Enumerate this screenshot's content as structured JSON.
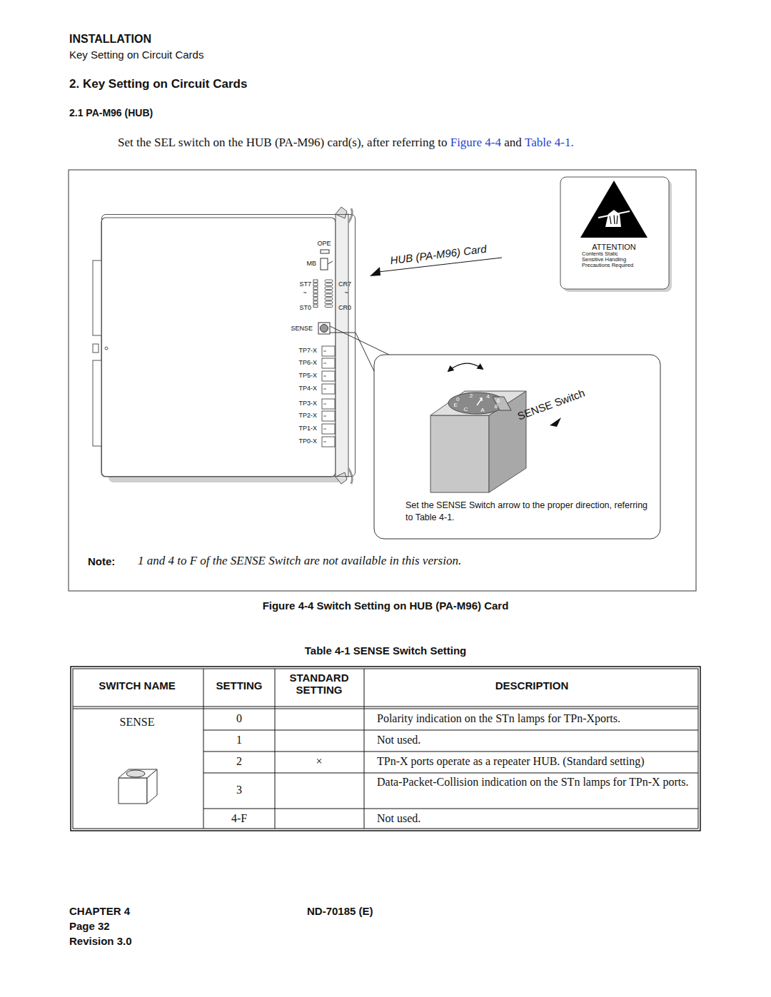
{
  "diagram": {
    "title": "2.  Key Setting on Circuit Cards",
    "caption": "Figure 4-4   Switch Setting on HUB (PA-M96) Card",
    "nodes": [
      {
        "text": [
          "OPE",
          "MB",
          "ST7",
          "~",
          "ST0",
          "CR7",
          "~",
          "CR0",
          "SENSE",
          "TP7-X",
          "TP6-X",
          "TP5-X",
          "TP4-X",
          "TP3-X",
          "TP2-X",
          "TP1-X",
          "TP0-X"
        ]
      },
      {
        "text": [
          "ATTENTION",
          "Contents Static Sensitive Handling Precautions Required"
        ]
      },
      {
        "text": [
          "SENSE Switch",
          "Set the SENSE Switch arrow to the proper direction, referring to Table 4-1."
        ]
      }
    ],
    "edges": [
      {
        "from": 0,
        "to": 2,
        "arrow": "none"
      }
    ],
    "labels": [
      "INSTALLATION",
      "Key Setting on Circuit Cards",
      "2.1   PA-M96 (HUB)",
      "Set the SEL switch on the HUB (PA-M96) card(s), after referring to",
      "Figure 4-4",
      "and",
      "Table 4-1.",
      "HUB (PA-M96) Card",
      "0",
      "2",
      "4",
      "6",
      "8",
      "A",
      "C",
      "E",
      "Note:",
      "1 and 4 to F of the SENSE Switch are not available in this version.",
      "Table 4-1 SENSE Switch Setting",
      "SWITCH NAME",
      "SETTING",
      "STANDARD SETTING",
      "DESCRIPTION",
      "SENSE",
      "0",
      "Polarity indication on the STn lamps for TPn-Xports.",
      "1",
      "Not used.",
      "2",
      "×",
      "TPn-X ports operate as a repeater HUB. (Standard setting)",
      "3",
      "Data-Packet-Collision indication on the STn lamps for TPn-X ports.",
      "4-F",
      "Not used.",
      "CHAPTER 4",
      "ND-70185 (E)",
      "Page 32",
      "Revision 3.0"
    ]
  }
}
